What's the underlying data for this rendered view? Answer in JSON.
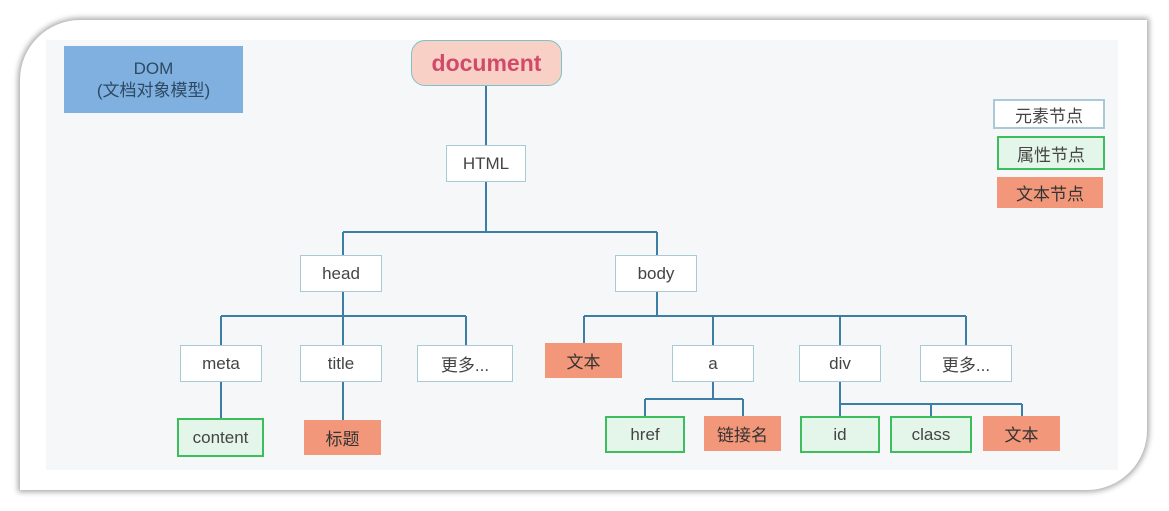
{
  "title": {
    "line1": "DOM",
    "line2": "(文档对象模型)"
  },
  "root": "document",
  "nodes": {
    "html": "HTML",
    "head": "head",
    "body": "body",
    "meta": "meta",
    "title": "title",
    "head_more": "更多...",
    "body_text": "文本",
    "a": "a",
    "div": "div",
    "body_more": "更多...",
    "content": "content",
    "title_text": "标题",
    "href": "href",
    "link_name": "链接名",
    "id": "id",
    "class": "class",
    "div_text": "文本"
  },
  "legend": {
    "element": "元素节点",
    "attribute": "属性节点",
    "text": "文本节点"
  },
  "colors": {
    "element_border": "#a9c9d6",
    "attribute_border": "#3cbd5e",
    "attribute_fill": "#e4f5ea",
    "text_fill": "#f2977a",
    "root_fill": "#f8d0c6",
    "root_text": "#d14a6a",
    "title_fill": "#7fb0e0",
    "connector": "#3d7ea6"
  }
}
